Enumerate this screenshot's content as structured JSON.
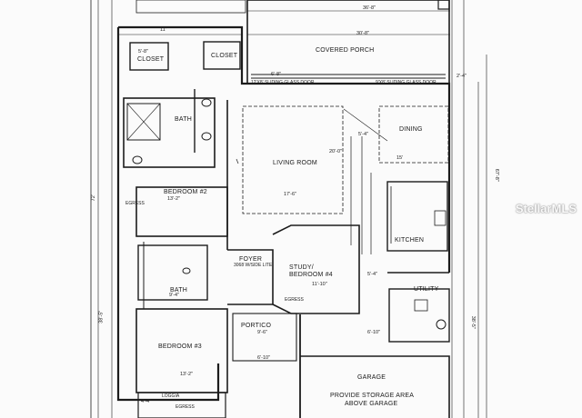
{
  "rooms": {
    "covered_porch": "COVERED PORCH",
    "closet_left": "CLOSET",
    "closet_right": "CLOSET",
    "bath_master": "BATH",
    "dining": "DINING",
    "living_room": "LIVING ROOM",
    "bedroom2": "BEDROOM #2",
    "kitchen": "KITCHEN",
    "foyer": "FOYER",
    "study_line1": "STUDY/",
    "study_line2": "BEDROOM #4",
    "bath2": "BATH",
    "utility": "UTILITY",
    "portico": "PORTICO",
    "bedroom3": "BEDROOM #3",
    "garage": "GARAGE",
    "garage_note_line1": "PROVIDE STORAGE AREA",
    "garage_note_line2": "ABOVE GARAGE",
    "loggia": "LOGGIA"
  },
  "doors": {
    "sliding_left": "12'X8' SLIDING GLASS DOOR",
    "sliding_right": "9'X8' SLIDING GLASS DOOR",
    "foyer_door": "3068 W/SIDE LITE"
  },
  "dimensions": {
    "porch_width": "30'-8\"",
    "top_left": "11'",
    "top_right": "36'-8\"",
    "porch_right": "2'-4\"",
    "left_6ft": "6'-8\"",
    "closet_5ft": "5'-8\"",
    "living_width": "17'-6\"",
    "living_depth": "20'-0\"",
    "dining_15": "15'",
    "dining_5": "5'-4\"",
    "bedroom2_width": "13'-2\"",
    "study_width": "11'-10\"",
    "bath2_9ft": "9'-4\"",
    "bedroom3_width": "13'-2\"",
    "portico_9ft": "9'-6\"",
    "portico_6ft": "6'-10\"",
    "left_72": "72'",
    "right_67": "67'-8\"",
    "left_38": "38'-5\"",
    "right_38": "38'-5\"",
    "garage_6ft": "6'-10\"",
    "utility_5ft": "5'-4\"",
    "loggia_4": "4'-4\""
  },
  "notes": {
    "egress_bed2": "EGRESS",
    "egress_study": "EGRESS",
    "egress_loggia": "EGRESS"
  },
  "watermark": "StellarMLS"
}
